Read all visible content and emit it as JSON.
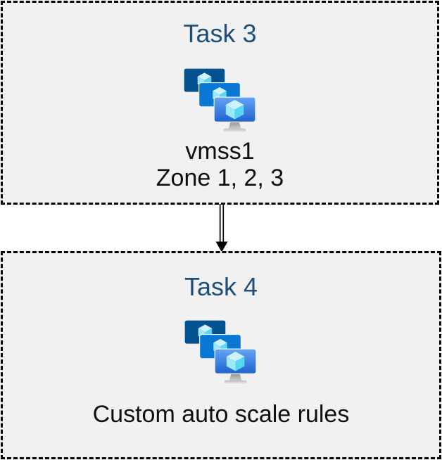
{
  "colors": {
    "page_background": "#ffffff",
    "box_background": "#f1f1f1",
    "box_border": "#000000",
    "task_title_color": "#1f4e79",
    "body_text_color": "#0f0f0f",
    "monitor_back": "#03528f",
    "monitor_middle": "#0b77d4",
    "monitor_front_top": "#66a4f6",
    "monitor_front_bottom": "#1e63cf",
    "cube_top": "#cdf3fe",
    "cube_left": "#9de8fa",
    "cube_right": "#5ad7f4"
  },
  "connector": {
    "type": "double-line-down-arrow",
    "direction": "down"
  },
  "tasks": [
    {
      "title": "Task 3",
      "icon": "vm-scale-sets-icon",
      "lines": [
        "vmss1",
        "Zone 1, 2, 3"
      ]
    },
    {
      "title": "Task 4",
      "icon": "vm-scale-sets-icon",
      "lines": [
        "Custom auto scale rules"
      ]
    }
  ]
}
